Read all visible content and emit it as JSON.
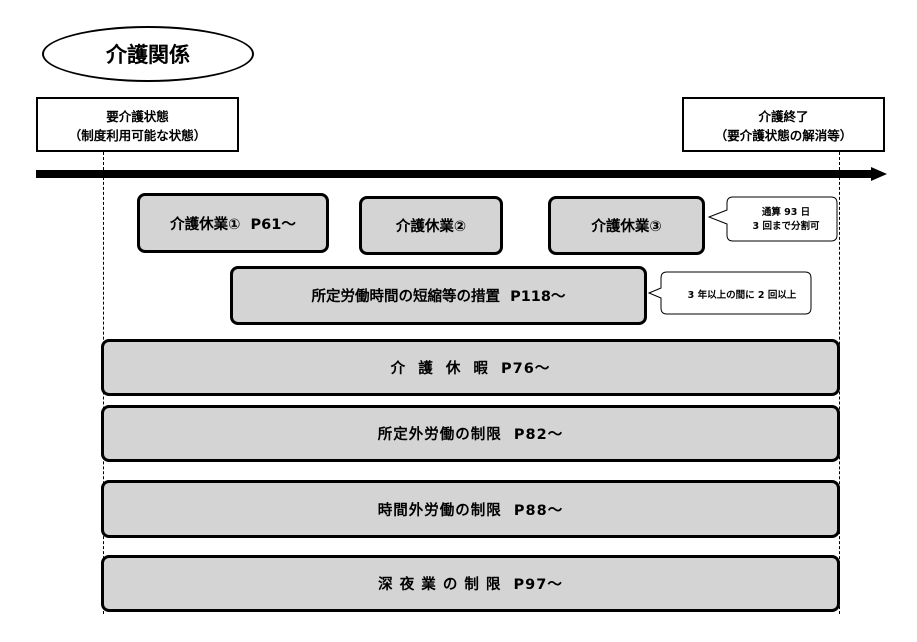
{
  "title": "介護関係",
  "start_state": {
    "line1": "要介護状態",
    "line2": "（制度利用可能な状態）"
  },
  "end_state": {
    "line1": "介護終了",
    "line2": "（要介護状態の解消等）"
  },
  "boxes": {
    "leave_1": "介護休業①  P61～",
    "leave_2": "介護休業②",
    "leave_3": "介護休業③",
    "shortening": "所定労働時間の短縮等の措置  P118～",
    "care_days": "介  護  休  暇  P76～",
    "overtime_limit": "所定外労働の制限  P82～",
    "extended_limit": "時間外労働の制限  P88～",
    "night_limit": "深 夜 業 の 制 限  P97～"
  },
  "callouts": {
    "leave_note_line1": "通算 93 日",
    "leave_note_line2": "3 回まで分割可",
    "shortening_note": "3 年以上の間に 2 回以上"
  }
}
